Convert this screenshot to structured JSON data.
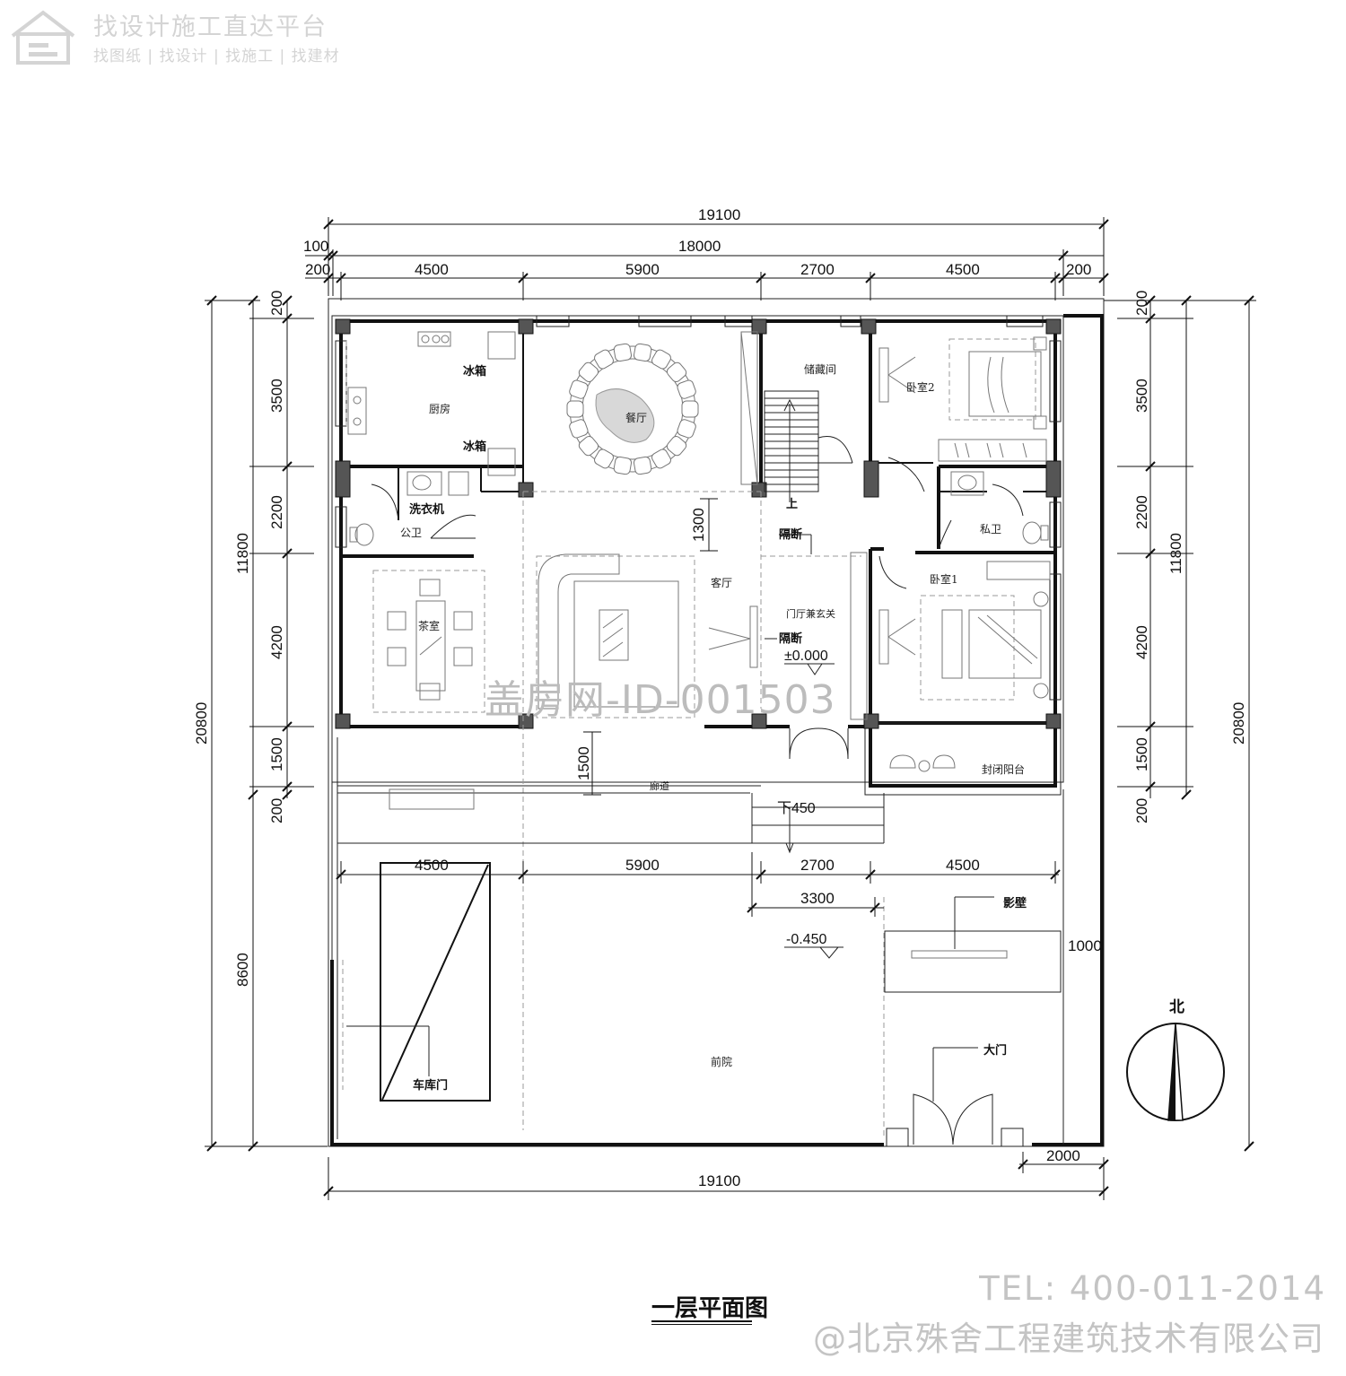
{
  "brand": {
    "name": "找设计施工直达平台",
    "sub": "找图纸 | 找设计 | 找施工 | 找建材",
    "logo_icon": "house-logo-icon"
  },
  "watermark": "盖房网-ID-001503",
  "footer": {
    "tel": "TEL: 400-011-2014",
    "company": "@北京殊舍工程建筑技术有限公司"
  },
  "drawing_title": "一层平面图",
  "dims": {
    "top_total": "19100",
    "top_inner": "18000",
    "top_left_offset": "100",
    "top_edge_left": "200",
    "top_edge_right": "200",
    "top_seg1": "4500",
    "top_seg2": "5900",
    "top_seg3": "2700",
    "top_seg4": "4500",
    "left_total": "20800",
    "left_house": "11800",
    "left_200_top": "200",
    "left_3500": "3500",
    "left_2200": "2200",
    "left_4200": "4200",
    "left_1500": "1500",
    "left_200_bottom": "200",
    "left_8600": "8600",
    "right_total": "20800",
    "right_house": "11800",
    "right_200_top": "200",
    "right_3500": "3500",
    "right_2200": "2200",
    "right_4200": "4200",
    "right_1500": "1500",
    "right_200_bottom": "200",
    "inner_1300": "1300",
    "inner_1500": "1500",
    "yard_seg1": "4500",
    "yard_seg2": "5900",
    "yard_seg3": "2700",
    "yard_seg4": "4500",
    "yard_3300": "3300",
    "yard_1000": "1000",
    "bottom_total": "19100",
    "bottom_2000": "2000"
  },
  "levels": {
    "indoor": "±0.000",
    "step": "下450",
    "yard": "-0.450"
  },
  "rooms": {
    "kitchen": "厨房",
    "dining": "餐厅",
    "storage": "储藏间",
    "bedroom2": "卧室2",
    "public_wc": "公卫",
    "private_wc": "私卫",
    "living": "客厅",
    "foyer": "门厅兼玄关",
    "bedroom1": "卧室1",
    "tea_room": "茶室",
    "corridor": "廊道",
    "balcony": "封闭阳台",
    "front_yard": "前院"
  },
  "labels": {
    "fridge1": "冰箱",
    "fridge2": "冰箱",
    "washer": "洗衣机",
    "partition1": "隔断",
    "partition2": "隔断",
    "stair_up": "上",
    "screen_wall": "影壁",
    "gate": "大门",
    "garage_door": "车库门",
    "north": "北"
  },
  "colors": {
    "line": "#111111",
    "column": "#555555",
    "furniture": "#777777",
    "hidden": "#aaaaaa",
    "watermark": "#bcbcbc"
  }
}
